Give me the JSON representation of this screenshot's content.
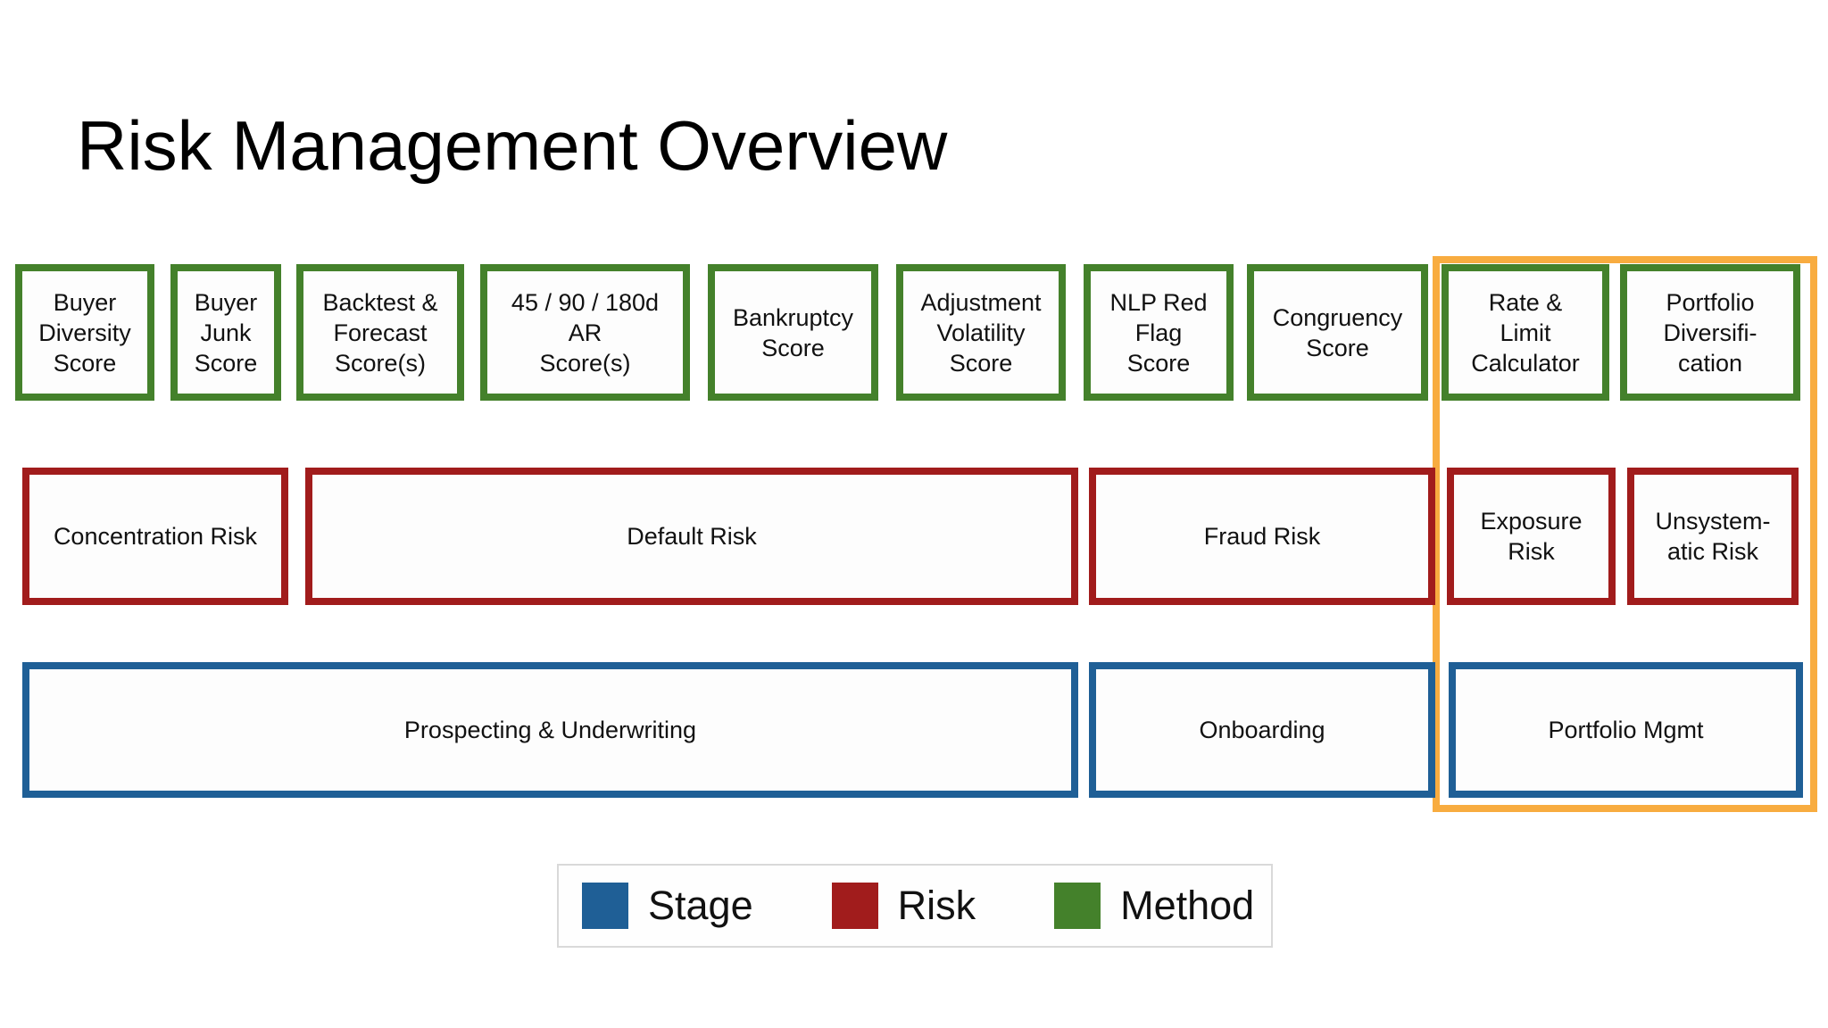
{
  "title": "Risk Management Overview",
  "methods": {
    "items": [
      {
        "label": "Buyer\nDiversity\nScore"
      },
      {
        "label": "Buyer\nJunk\nScore"
      },
      {
        "label": "Backtest &\nForecast\nScore(s)"
      },
      {
        "label": "45 / 90 / 180d\nAR\nScore(s)"
      },
      {
        "label": "Bankruptcy\nScore"
      },
      {
        "label": "Adjustment\nVolatility\nScore"
      },
      {
        "label": "NLP Red\nFlag\nScore"
      },
      {
        "label": "Congruency\nScore"
      },
      {
        "label": "Rate &\nLimit\nCalculator"
      },
      {
        "label": "Portfolio\nDiversifi-\ncation"
      }
    ]
  },
  "risks": {
    "items": [
      {
        "label": "Concentration Risk"
      },
      {
        "label": "Default Risk"
      },
      {
        "label": "Fraud Risk"
      },
      {
        "label": "Exposure\nRisk"
      },
      {
        "label": "Unsystem-\natic Risk"
      }
    ]
  },
  "stages": {
    "items": [
      {
        "label": "Prospecting & Underwriting"
      },
      {
        "label": "Onboarding"
      },
      {
        "label": "Portfolio Mgmt"
      }
    ]
  },
  "legend": {
    "items": [
      {
        "label": "Stage",
        "color": "#1F5F96"
      },
      {
        "label": "Risk",
        "color": "#A11C1C"
      },
      {
        "label": "Method",
        "color": "#44812B"
      }
    ]
  },
  "colors": {
    "stage": "#1F5F96",
    "risk": "#A11C1C",
    "method": "#44812B",
    "highlight": "#F8AC40"
  }
}
